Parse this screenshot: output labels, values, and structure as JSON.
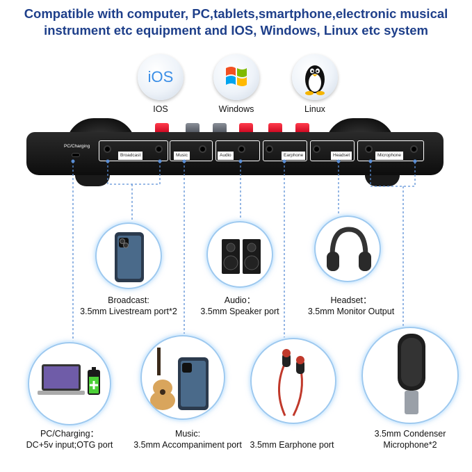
{
  "header": {
    "line1": "Compatible with computer, PC,tablets,smartphone,electronic musical",
    "line2": "instrument etc equipment and IOS, Windows, Linux etc system"
  },
  "os": [
    {
      "label": "IOS",
      "logo_text": "iOS",
      "icon": "ios-icon"
    },
    {
      "label": "Windows",
      "icon": "windows-icon"
    },
    {
      "label": "Linux",
      "icon": "linux-penguin-icon"
    }
  ],
  "device": {
    "pc_label": "PC/Charging",
    "ports": [
      "Broadcast",
      "Music",
      "Audio",
      "Earphone",
      "Headset",
      "Microphone"
    ]
  },
  "items": {
    "broadcast": {
      "line1": "Broadcast:",
      "line2": "3.5mm Livestream port*2",
      "icon": "smartphone-icon"
    },
    "audio": {
      "line1": "Audio：",
      "line2": "3.5mm Speaker port",
      "icon": "speaker-icon"
    },
    "headset": {
      "line1": "Headset：",
      "line2": "3.5mm Monitor Output",
      "icon": "headphones-icon"
    },
    "pc": {
      "line1": "PC/Charging：",
      "line2": "DC+5v input;OTG port",
      "icon": "laptop-battery-icon"
    },
    "music": {
      "line1": "Music:",
      "line2": "3.5mm Accompaniment port",
      "icon": "guitar-phone-icon"
    },
    "earphone": {
      "line1": "3.5mm Earphone port",
      "icon": "earphone-icon"
    },
    "microphone": {
      "line1": "3.5mm Condenser",
      "line2": "Microphone*2",
      "icon": "condenser-mic-icon"
    }
  },
  "colors": {
    "title": "#1e3f8a",
    "connector": "#5b8fd6",
    "bubble_border": "#9ec9ef"
  }
}
